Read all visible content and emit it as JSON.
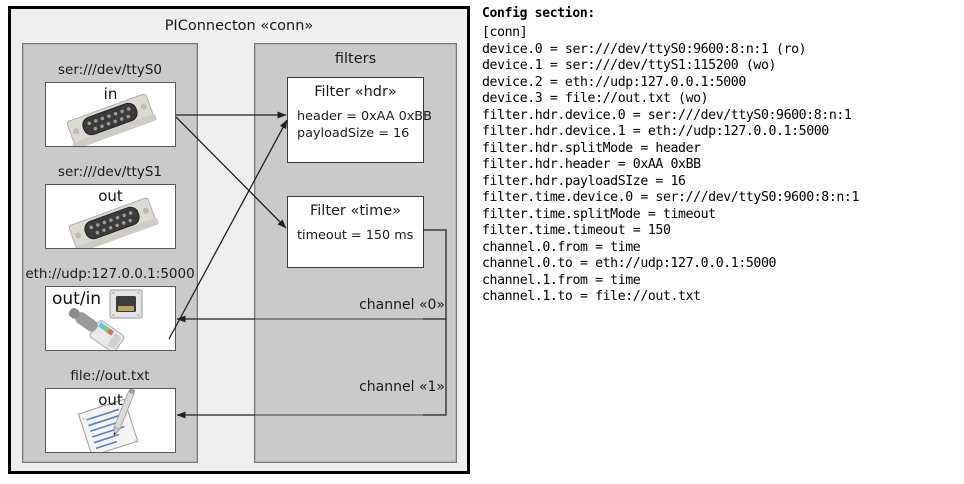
{
  "diagram": {
    "title": "PIConnecton «conn»",
    "devices_panel": {
      "title": "",
      "items": [
        {
          "caption": "ser:///dev/ttyS0",
          "label": "in",
          "icon": "serial-port-icon"
        },
        {
          "caption": "ser:///dev/ttyS1",
          "label": "out",
          "icon": "serial-port-icon"
        },
        {
          "caption": "eth://udp:127.0.0.1:5000",
          "label": "out/in",
          "icon": "ethernet-plug-icon"
        },
        {
          "caption": "file://out.txt",
          "label": "out",
          "icon": "text-file-icon"
        }
      ]
    },
    "filters_panel": {
      "title": "filters",
      "filters": [
        {
          "name": "Filter «hdr»",
          "attrs": "header = 0xAA 0xBB\npayloadSize = 16"
        },
        {
          "name": "Filter «time»",
          "attrs": "timeout = 150 ms"
        }
      ],
      "channels": [
        {
          "label": "channel «0»"
        },
        {
          "label": "channel «1»"
        }
      ]
    },
    "colors": {
      "frame_background": "#efefef",
      "panel_background": "#cacaca",
      "box_background": "#ffffff",
      "line": "#222222",
      "frame_border": "#000000"
    }
  },
  "config": {
    "heading": "Config section:",
    "lines": "[conn]\ndevice.0 = ser:///dev/ttyS0:9600:8:n:1 (ro)\ndevice.1 = ser:///dev/ttyS1:115200 (wo)\ndevice.2 = eth://udp:127.0.0.1:5000\ndevice.3 = file://out.txt (wo)\nfilter.hdr.device.0 = ser:///dev/ttyS0:9600:8:n:1\nfilter.hdr.device.1 = eth://udp:127.0.0.1:5000\nfilter.hdr.splitMode = header\nfilter.hdr.header = 0xAA 0xBB\nfilter.hdr.payloadSIze = 16\nfilter.time.device.0 = ser:///dev/ttyS0:9600:8:n:1\nfilter.time.splitMode = timeout\nfilter.time.timeout = 150\nchannel.0.from = time\nchannel.0.to = eth://udp:127.0.0.1:5000\nchannel.1.from = time\nchannel.1.to = file://out.txt"
  }
}
